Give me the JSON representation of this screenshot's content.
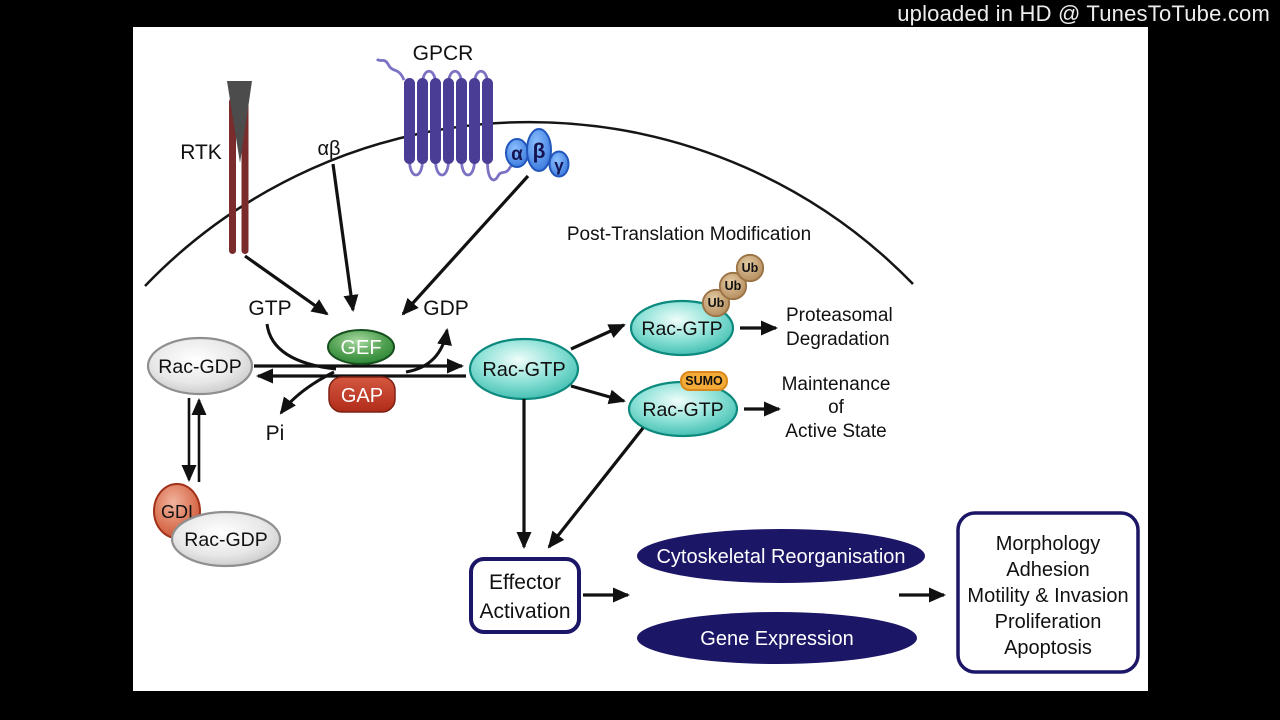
{
  "watermark": "uploaded in HD @ TunesToTube.com",
  "diagram": {
    "receptors": {
      "rtk_label": "RTK",
      "gpcr_label": "GPCR",
      "membrane_g_protein_label": "αβ",
      "g_protein_subunits": {
        "alpha": "α",
        "beta": "β",
        "gamma": "γ"
      }
    },
    "cycle": {
      "gtp_label": "GTP",
      "gdp_label": "GDP",
      "pi_label": "Pi",
      "gef_label": "GEF",
      "gap_label": "GAP",
      "rac_gdp_label": "Rac-GDP",
      "rac_gtp_label": "Rac-GTP",
      "gdi_label": "GDI",
      "gdi_bound_rac_gdp_label": "Rac-GDP"
    },
    "ptm": {
      "title": "Post-Translation Modification",
      "ub_label": "Ub",
      "ubiquitinated_rac_label": "Rac-GTP",
      "sumo_label": "SUMO",
      "sumoylated_rac_label": "Rac-GTP",
      "proteasomal_line1": "Proteasomal",
      "proteasomal_line2": "Degradation",
      "maintenance_line1": "Maintenance",
      "maintenance_line2": "of",
      "maintenance_line3": "Active State"
    },
    "effectors": {
      "effector_line1": "Effector",
      "effector_line2": "Activation",
      "cytoskeletal_label": "Cytoskeletal Reorganisation",
      "gene_expression_label": "Gene Expression",
      "outcomes": [
        "Morphology",
        "Adhesion",
        "Motility & Invasion",
        "Proliferation",
        "Apoptosis"
      ]
    }
  },
  "colors": {
    "background": "#000000",
    "canvas": "#ffffff",
    "arrow": "#111111",
    "rtk_bar": "#7a2b2b",
    "rtk_triangle": "#4c4c4c",
    "gpcr_helix": "#4a3d96",
    "gpcr_loop": "#7b72c4",
    "g_protein_blue": "#3a76e0",
    "gef_green": "#1e7c2c",
    "gap_red": "#bf3722",
    "rac_gdp_gray": "#c4c4c4",
    "rac_gtp_teal": "#21afa0",
    "gdi_red": "#c85a38",
    "ub_tan": "#b08450",
    "sumo_orange": "#f4ab38",
    "outcome_navy": "#1b1666"
  }
}
